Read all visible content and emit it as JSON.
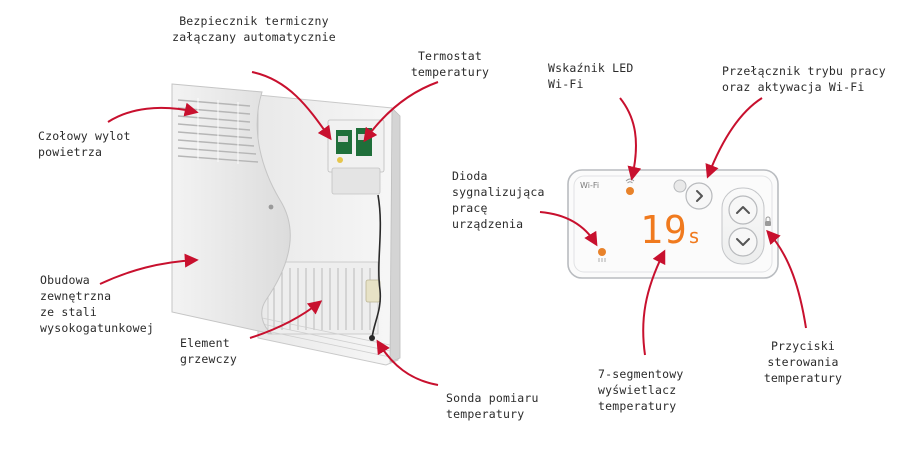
{
  "labels": {
    "bezpiecznik": [
      "Bezpiecznik termiczny",
      "załączany automatycznie"
    ],
    "termostat": [
      "Termostat",
      "temperatury"
    ],
    "wylot": [
      "Czołowy wylot",
      "powietrza"
    ],
    "obudowa": [
      "Obudowa",
      "zewnętrzna",
      "ze stali",
      "wysokogatunkowej"
    ],
    "element": [
      "Element",
      "grzewczy"
    ],
    "sonda": [
      "Sonda pomiaru",
      "temperatury"
    ],
    "led": [
      "Wskaźnik LED",
      "Wi-Fi"
    ],
    "przelacznik": [
      "Przełącznik trybu pracy",
      "oraz aktywacja Wi-Fi"
    ],
    "dioda": [
      "Dioda",
      "sygnalizująca",
      "pracę",
      "urządzenia"
    ],
    "wyswietlacz": [
      "7-segmentowy",
      "wyświetlacz",
      "temperatury"
    ],
    "przyciski": [
      "Przyciski",
      "sterowania",
      "temperatury"
    ]
  },
  "panel": {
    "wifi_label": "Wi-Fi",
    "display_value": "19",
    "display_unit": "s"
  },
  "colors": {
    "arrow": "#c8102e",
    "led_orange": "#e8822a",
    "display_orange": "#f07a1e",
    "panel_border": "#b9bcc0"
  },
  "icons": {
    "wifi": "wifi-icon",
    "mode": "chevron-right-icon",
    "up": "chevron-up-icon",
    "down": "chevron-down-icon",
    "lock": "lock-icon",
    "heat": "heat-icon"
  }
}
